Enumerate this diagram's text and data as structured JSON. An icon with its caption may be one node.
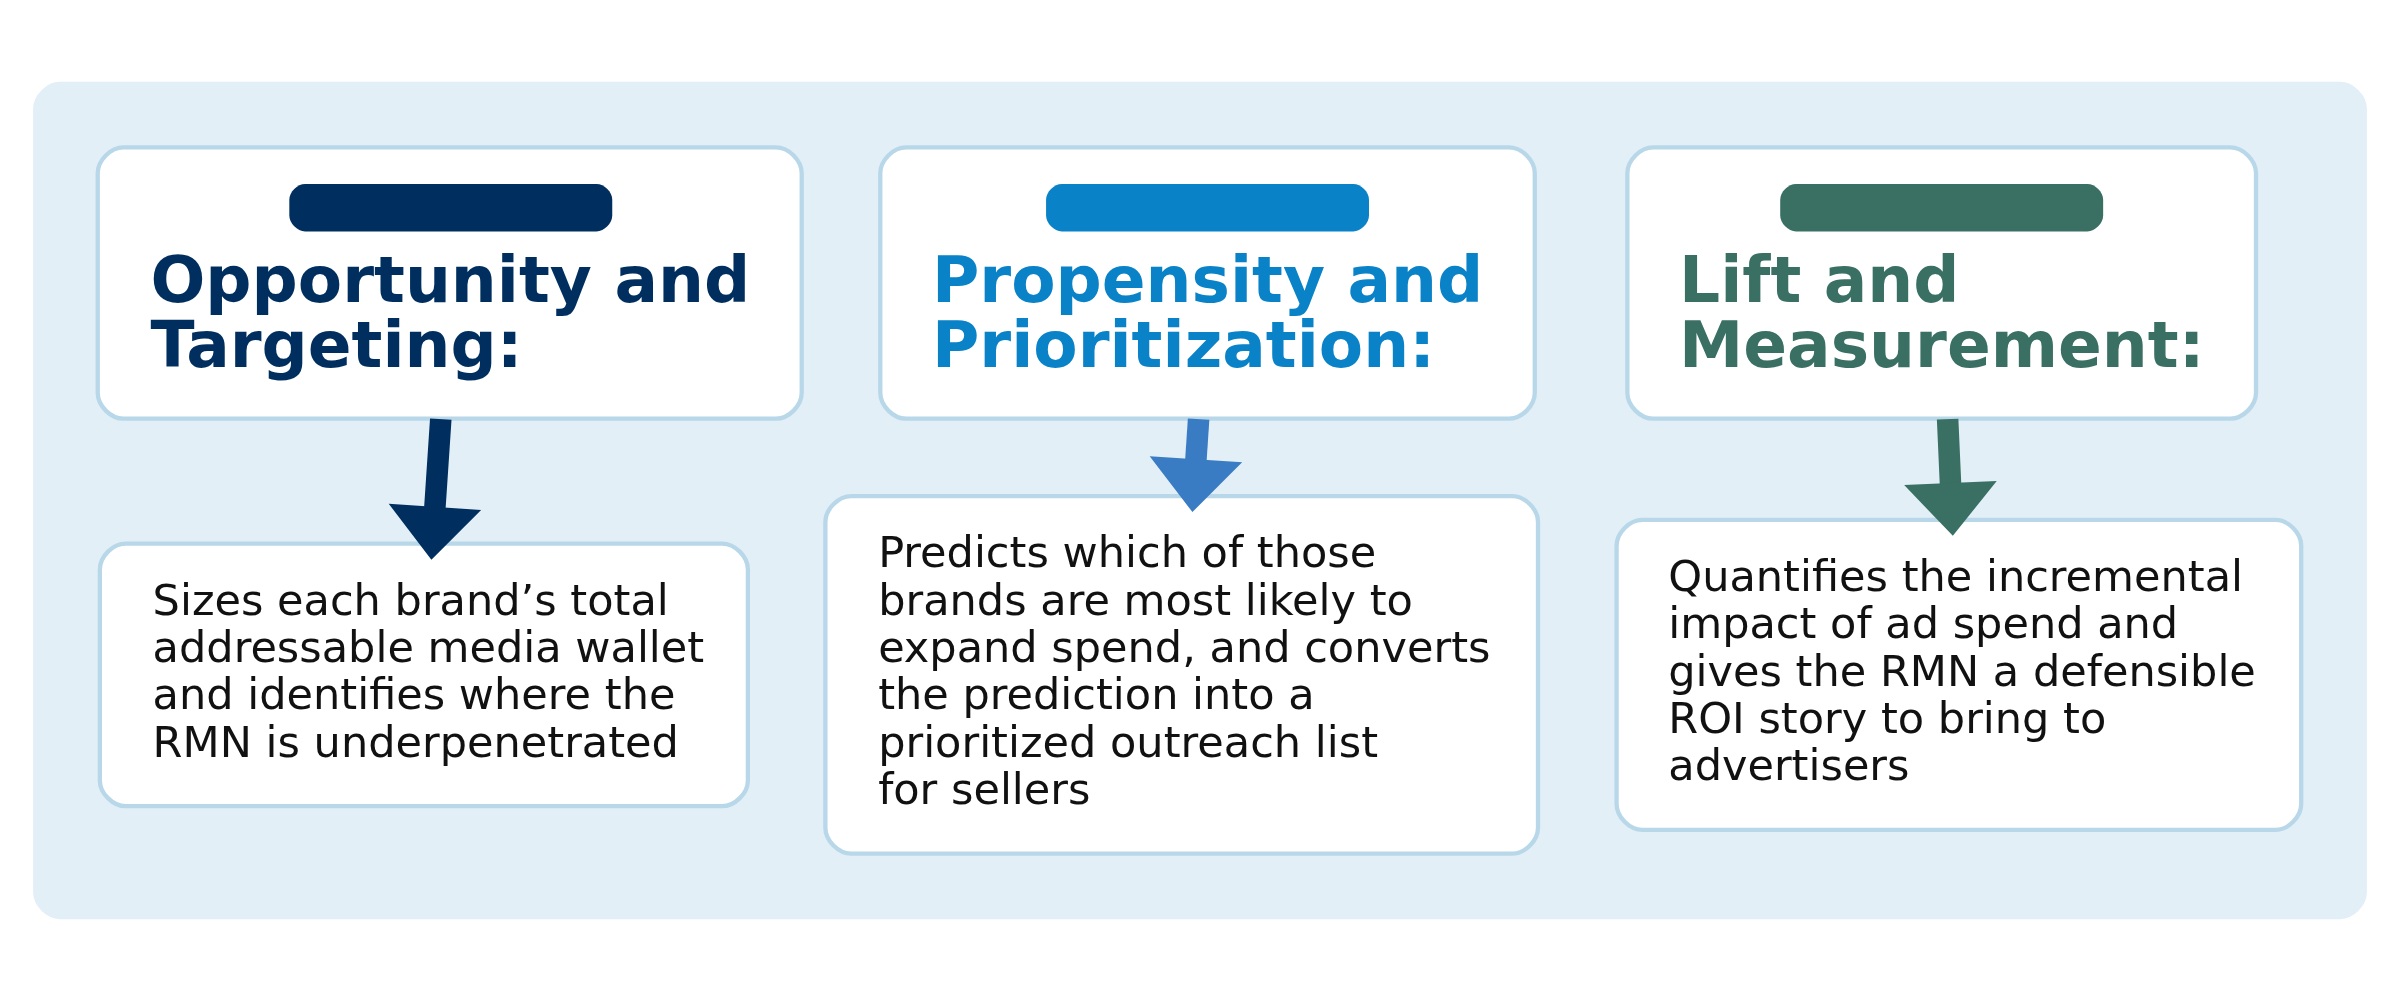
{
  "diagram": {
    "nodes": [
      {
        "text": [],
        "shape": "box"
      },
      {
        "text": [
          "Opportunity and Targeting:"
        ],
        "in": 0
      },
      {
        "text": [
          "Sizes each brand’s total addressable media wallet and identifies where the RMN is underpenetrated"
        ],
        "in": 0
      },
      {
        "text": [
          "Propensity and Prioritization:"
        ],
        "in": 0
      },
      {
        "text": [
          "Predicts which of those brands are most likely to expand spend, and converts the prediction into a prioritized outreach list for sellers"
        ],
        "in": 0
      },
      {
        "text": [
          "Lift and Measurement:"
        ],
        "in": 0
      },
      {
        "text": [
          "Quantifies the incremental impact of ad spend and gives the RMN a defensible ROI story to bring to advertisers"
        ],
        "in": 0
      }
    ],
    "edges": [
      {
        "from": 1,
        "to": 2,
        "arrow": "to",
        "color": "#002f5f"
      },
      {
        "from": 3,
        "to": 4,
        "arrow": "to",
        "color": "#3a7cc4"
      },
      {
        "from": 5,
        "to": 6,
        "arrow": "to",
        "color": "#3a6f63"
      }
    ]
  }
}
